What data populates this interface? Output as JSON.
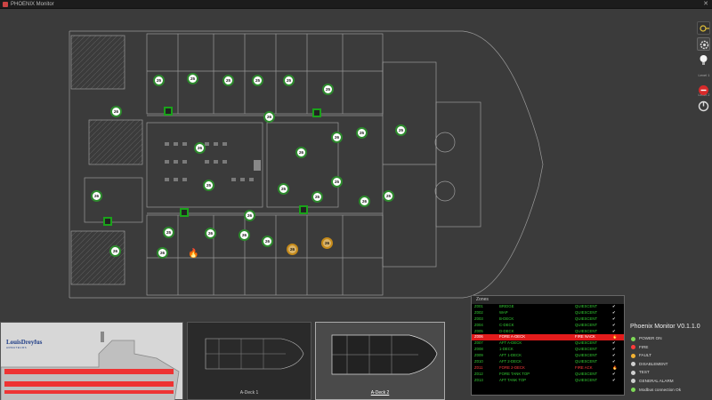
{
  "window": {
    "title": "PHOENIX Monitor"
  },
  "toolstrip": {
    "level1_label": "Level 1",
    "level2_label": "Level 2"
  },
  "deck": {
    "sensors": [
      {
        "label": "25"
      },
      {
        "label": "25"
      },
      {
        "label": "25"
      },
      {
        "label": "25"
      },
      {
        "label": "25"
      },
      {
        "label": "25"
      },
      {
        "label": "26"
      },
      {
        "label": "26"
      },
      {
        "label": "26"
      },
      {
        "label": "26"
      },
      {
        "label": "26"
      },
      {
        "label": "25"
      },
      {
        "label": "25"
      },
      {
        "label": "25"
      },
      {
        "label": "25"
      },
      {
        "label": "25"
      },
      {
        "label": "25"
      },
      {
        "label": "25"
      },
      {
        "label": "26"
      },
      {
        "label": "26"
      },
      {
        "label": "26"
      },
      {
        "label": "25"
      },
      {
        "label": "26"
      },
      {
        "label": "26"
      },
      {
        "label": "26"
      },
      {
        "label": "26"
      },
      {
        "label": "26"
      },
      {
        "label": "26"
      },
      {
        "label": "26"
      }
    ]
  },
  "thumbnails": [
    {
      "label": "A-Deck 1"
    },
    {
      "label": "A-Deck 2"
    }
  ],
  "logo": {
    "brand_name": "LouisDreyfus",
    "brand_sub": "ARMATEURS"
  },
  "zones": {
    "title": "Zones",
    "rows": [
      {
        "id": "Z001",
        "name": "BRIDGE",
        "state": "QUIESCENT",
        "status": "quiescent"
      },
      {
        "id": "Z002",
        "name": "WAP",
        "state": "QUIESCENT",
        "status": "quiescent"
      },
      {
        "id": "Z003",
        "name": "B-DECK",
        "state": "QUIESCENT",
        "status": "quiescent"
      },
      {
        "id": "Z004",
        "name": "C-DECK",
        "state": "QUIESCENT",
        "status": "quiescent"
      },
      {
        "id": "Z005",
        "name": "D-DECK",
        "state": "QUIESCENT",
        "status": "quiescent"
      },
      {
        "id": "Z006",
        "name": "FORE A-DECK",
        "state": "FIRE NACK",
        "status": "fire-active"
      },
      {
        "id": "Z007",
        "name": "AFT A-DECK",
        "state": "QUIESCENT",
        "status": "quiescent"
      },
      {
        "id": "Z008",
        "name": "1-DECK",
        "state": "QUIESCENT",
        "status": "quiescent"
      },
      {
        "id": "Z009",
        "name": "AFT 1-DECK",
        "state": "QUIESCENT",
        "status": "quiescent"
      },
      {
        "id": "Z010",
        "name": "AFT 2-DECK",
        "state": "QUIESCENT",
        "status": "quiescent"
      },
      {
        "id": "Z011",
        "name": "FORE 2-DECK",
        "state": "FIRE ACK",
        "status": "fire-ack"
      },
      {
        "id": "Z012",
        "name": "FORE TANK TOP",
        "state": "QUIESCENT",
        "status": "quiescent"
      },
      {
        "id": "Z013",
        "name": "AFT TANK TOP",
        "state": "QUIESCENT",
        "status": "quiescent"
      }
    ]
  },
  "legend": {
    "app_version": "Phoenix Monitor V0.1.1.0",
    "items": [
      {
        "label": "POWER ON",
        "color": "#7ed957"
      },
      {
        "label": "FIRE",
        "color": "#ff3b3b"
      },
      {
        "label": "FAULT",
        "color": "#f2b233"
      },
      {
        "label": "DISABLEMENT",
        "color": "#d0d0d0"
      },
      {
        "label": "TEST",
        "color": "#d0d0d0"
      },
      {
        "label": "GENERAL ALARM",
        "color": "#d0d0d0"
      },
      {
        "label": "Modbus connection Ok",
        "color": "#7ed957"
      }
    ]
  },
  "colors": {
    "fire_row": "#e21b1b",
    "quiescent_text": "#33cc33",
    "sensor_ring": "#2d8a2d"
  }
}
